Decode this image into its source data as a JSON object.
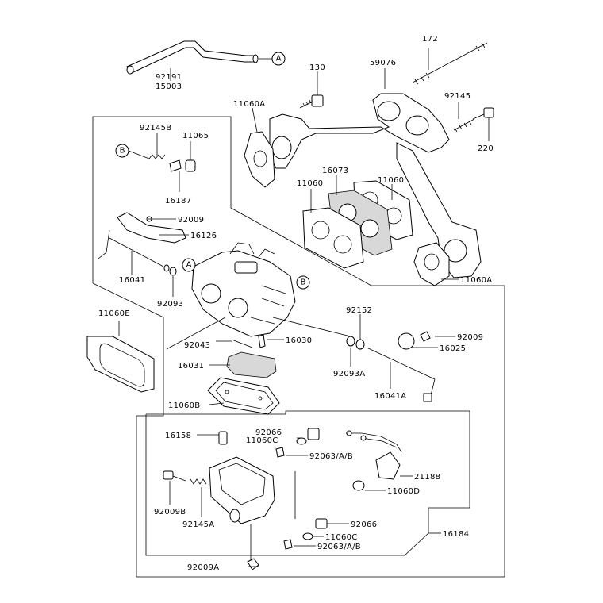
{
  "labels": {
    "p92191": "92191",
    "p15003": "15003",
    "p172": "172",
    "p130": "130",
    "p59076": "59076",
    "p11060A_top": "11060A",
    "p92145": "92145",
    "p220": "220",
    "p92145B": "92145B",
    "p11065": "11065",
    "p16187": "16187",
    "p16073": "16073",
    "p11060_a": "11060",
    "p11060_b": "11060",
    "p92009_a": "92009",
    "p16126": "16126",
    "p16041": "16041",
    "p92093": "92093",
    "p11060A_bot": "11060A",
    "p11060E": "11060E",
    "p92152": "92152",
    "p92009_b": "92009",
    "p16025": "16025",
    "p92043": "92043",
    "p16030": "16030",
    "p92093A": "92093A",
    "p16031": "16031",
    "p16041A": "16041A",
    "p11060B": "11060B",
    "p16158": "16158",
    "p92066_a": "92066",
    "p11060C_a": "11060C",
    "p92063_a": "92063/A/B",
    "p21188": "21188",
    "p11060D": "11060D",
    "p92009B": "92009B",
    "p92145A": "92145A",
    "p92066_b": "92066",
    "p11060C_b": "11060C",
    "p92063_b": "92063/A/B",
    "p16184": "16184",
    "p92009A": "92009A"
  },
  "callouts": {
    "a_top": "A",
    "b_left": "B",
    "a_carb": "A",
    "b_carb": "B"
  }
}
